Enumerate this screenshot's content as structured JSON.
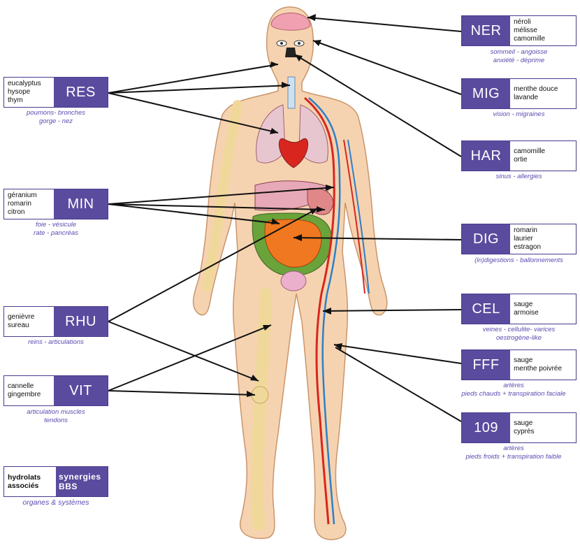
{
  "left_boxes": [
    {
      "code": "RES",
      "plants": [
        "eucalyptus",
        "hysope",
        "thym"
      ],
      "caption": [
        "poumons- bronches",
        "gorge - nez"
      ]
    },
    {
      "code": "MIN",
      "plants": [
        "géranium",
        "romarin",
        "citron"
      ],
      "caption": [
        "foie - vésicule",
        "rate - pancréas"
      ]
    },
    {
      "code": "RHU",
      "plants": [
        "genièvre",
        "sureau"
      ],
      "caption": [
        "reins - articulations"
      ]
    },
    {
      "code": "VIT",
      "plants": [
        "cannelle",
        "gingembre"
      ],
      "caption": [
        "articulation muscles",
        "tendons"
      ]
    }
  ],
  "right_boxes": [
    {
      "code": "NER",
      "plants": [
        "néroli",
        "mélisse",
        "camomille"
      ],
      "caption": [
        "sommeil - angoisse",
        "anxiété - déprime"
      ]
    },
    {
      "code": "MIG",
      "plants": [
        "menthe douce",
        "lavande"
      ],
      "caption": [
        "vision - migraines"
      ]
    },
    {
      "code": "HAR",
      "plants": [
        "camomille",
        "ortie"
      ],
      "caption": [
        "sinus - allergies"
      ]
    },
    {
      "code": "DIG",
      "plants": [
        "romarin",
        "laurier",
        "estragon"
      ],
      "caption": [
        "(in)digestions - ballonnements"
      ]
    },
    {
      "code": "CEL",
      "plants": [
        "sauge",
        "armoise"
      ],
      "caption": [
        "veines - cellulite- varices",
        "oestrogène-like"
      ]
    },
    {
      "code": "FFF",
      "plants": [
        "sauge",
        "menthe poivrée"
      ],
      "caption": [
        "artères",
        "pieds chauds + transpiration faciale"
      ]
    },
    {
      "code": "109",
      "plants": [
        "sauge",
        "cyprès"
      ],
      "caption": [
        "artères",
        "pieds froids + transpiration faible"
      ]
    }
  ],
  "legend": {
    "plants": [
      "hydrolats",
      "associés"
    ],
    "code_lines": [
      "synergies",
      "BBS"
    ],
    "caption": [
      "organes & systèmes"
    ]
  },
  "colors": {
    "accent": "#5b4b9e",
    "caption": "#5a4bb0",
    "skin": "#f6d3b0",
    "bone": "#efd89a",
    "artery": "#d8261f",
    "vein": "#2e7fc9"
  }
}
